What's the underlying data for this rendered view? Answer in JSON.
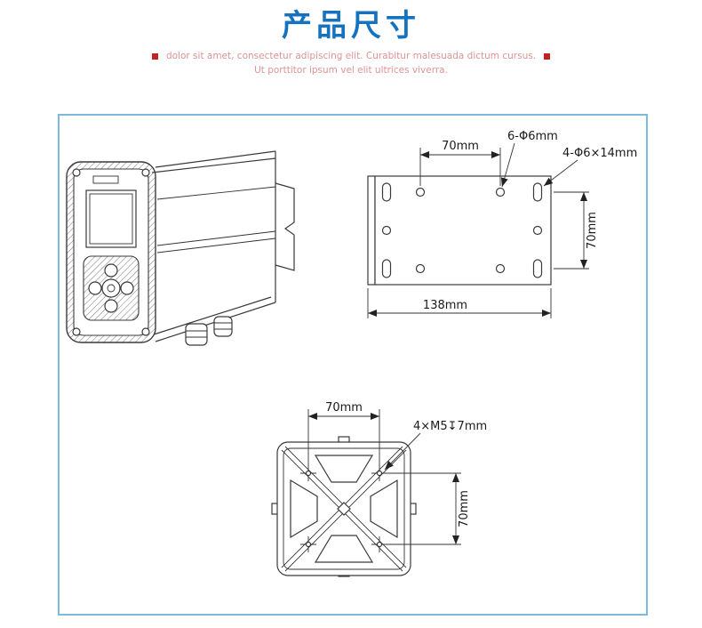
{
  "header": {
    "title": "产品尺寸",
    "subtitle_line1": "dolor sit amet, consectetur adipiscing elit. Curabitur malesuada dictum cursus.",
    "subtitle_line2": "Ut porttitor ipsum vel elit ultrices viverra."
  },
  "colors": {
    "title_blue": "#1472be",
    "subtitle_pink": "#dd9494",
    "marker_red": "#c32222",
    "panel_border_blue": "#7db9de",
    "line_dark": "#3a3a3a"
  },
  "diagrams": {
    "mounting_plate": {
      "dim_hole_spacing_top": "70mm",
      "label_round_holes": "6-Φ6mm",
      "label_slot_holes": "4-Φ6×14mm",
      "dim_hole_spacing_right": "70mm",
      "dim_overall_width": "138mm"
    },
    "bracket": {
      "dim_screw_spacing_top": "70mm",
      "label_screws": "4×M5↧7mm",
      "dim_screw_spacing_right": "70mm"
    }
  }
}
